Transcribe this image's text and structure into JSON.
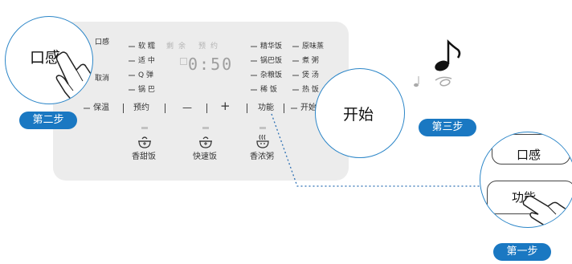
{
  "panel": {
    "display": "0:50",
    "menu_left": [
      {
        "label": "口感",
        "dim": false
      },
      {
        "label": "取消",
        "dim": false
      }
    ],
    "menu_col1": [
      "软 糯",
      "适 中",
      "Q 弹",
      "锅 巴"
    ],
    "menu_mid": [
      "剩",
      "余",
      "预",
      "约"
    ],
    "menu_col3": [
      "精华饭",
      "锅巴饭",
      "杂粮饭",
      "稀 饭"
    ],
    "menu_col4": [
      "原味蒸",
      "煮 粥",
      "煲 汤",
      "热 饭"
    ],
    "buttons": {
      "keep_warm": "保温",
      "schedule": "预约",
      "minus": "—",
      "plus": "+",
      "function": "功能",
      "start": "开始"
    },
    "presets": [
      {
        "label": "香甜饭",
        "icon": "rice-pot-icon"
      },
      {
        "label": "快速饭",
        "icon": "rice-pot-icon"
      },
      {
        "label": "香浓粥",
        "icon": "porridge-bowl-icon"
      }
    ]
  },
  "callouts": {
    "zoom_texture": "口感",
    "zoom_start": "开始",
    "zoom_top_cut": "口感",
    "zoom_function": "功能",
    "step1": "第一步",
    "step2": "第二步",
    "step3": "第三步"
  },
  "colors": {
    "accent": "#1a78c2",
    "panel": "#ececec"
  }
}
